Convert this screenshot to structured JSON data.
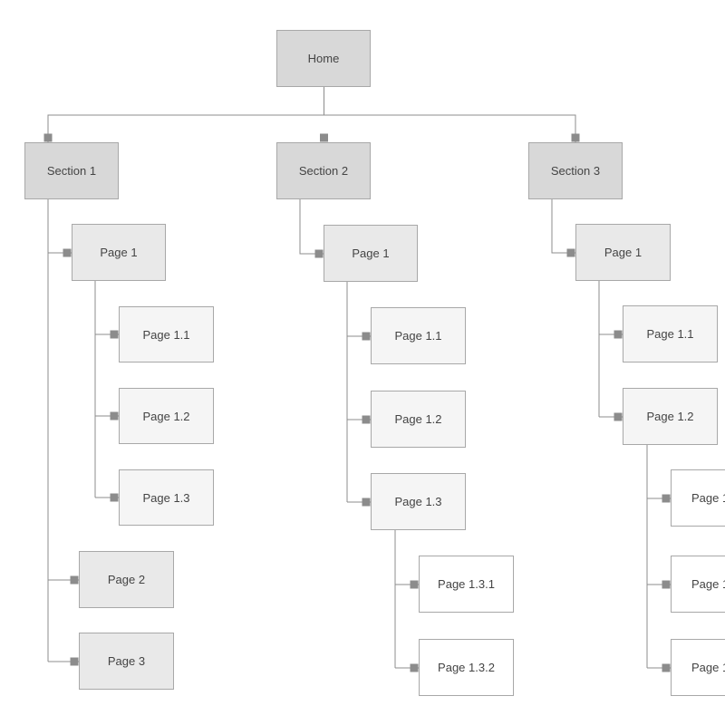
{
  "sitemap": {
    "home": "Home",
    "sections": [
      {
        "label": "Section 1",
        "pages": [
          {
            "label": "Page 1",
            "children": [
              "Page 1.1",
              "Page 1.2",
              "Page 1.3"
            ]
          },
          {
            "label": "Page 2"
          },
          {
            "label": "Page 3"
          }
        ]
      },
      {
        "label": "Section 2",
        "pages": [
          {
            "label": "Page 1",
            "children": [
              "Page 1.1",
              "Page 1.2",
              "Page 1.3"
            ],
            "grandchildren": [
              "Page 1.3.1",
              "Page 1.3.2"
            ]
          }
        ]
      },
      {
        "label": "Section 3",
        "pages": [
          {
            "label": "Page 1",
            "children": [
              "Page 1.1",
              "Page 1.2"
            ],
            "grandchildren": [
              "Page 1",
              "Page 1",
              "Page 1"
            ]
          }
        ]
      }
    ]
  },
  "colors": {
    "connector": "#8c8c8c",
    "node_border": "#a8a8a8",
    "text": "#444444"
  }
}
